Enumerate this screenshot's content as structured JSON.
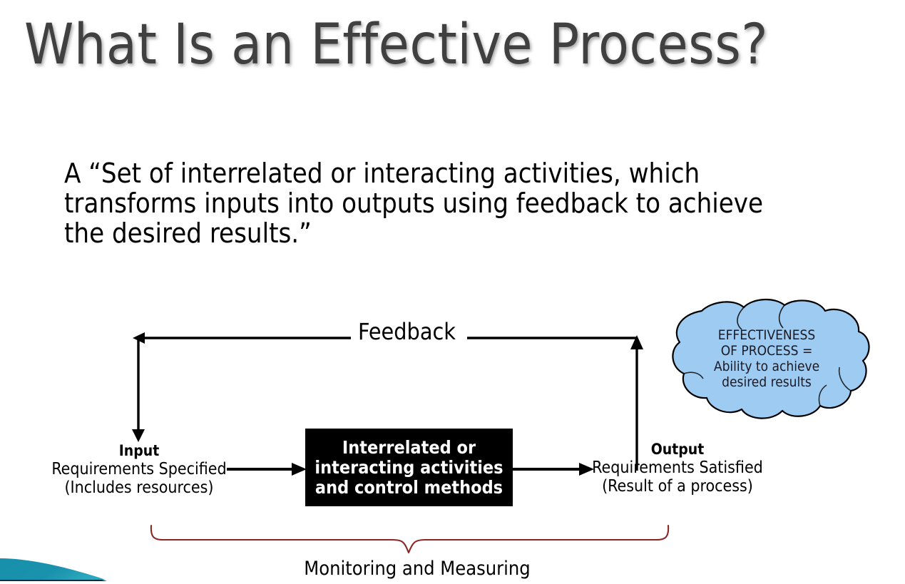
{
  "slide": {
    "title": "What Is an Effective Process?",
    "title_color": "#404040",
    "background": "#ffffff",
    "quote": "A “Set of interrelated or interacting activities, which transforms inputs into outputs using feedback to achieve the desired results.”"
  },
  "diagram": {
    "feedback_label": "Feedback",
    "monitoring_label": "Monitoring and Measuring",
    "process_box": {
      "fill": "#000000",
      "text_color": "#ffffff",
      "lines": [
        "Interrelated or",
        "interacting activities",
        "and control methods"
      ]
    },
    "input": {
      "heading": "Input",
      "line1": "Requirements Specified",
      "line2": "(Includes resources)"
    },
    "output": {
      "heading": "Output",
      "line1": "Requirements Satisfied",
      "line2": "(Result of a process)"
    },
    "cloud": {
      "fill": "#9ecbf2",
      "stroke": "#000000",
      "line1": "EFFECTIVENESS",
      "line2": "OF PROCESS =",
      "line3": "Ability to achieve",
      "line4": "desired results"
    },
    "brace_color": "#8c2626",
    "arrow_color": "#000000"
  },
  "decoration": {
    "corner_swoosh_teal": "#1a90a8",
    "corner_swoosh_navy": "#132036"
  }
}
